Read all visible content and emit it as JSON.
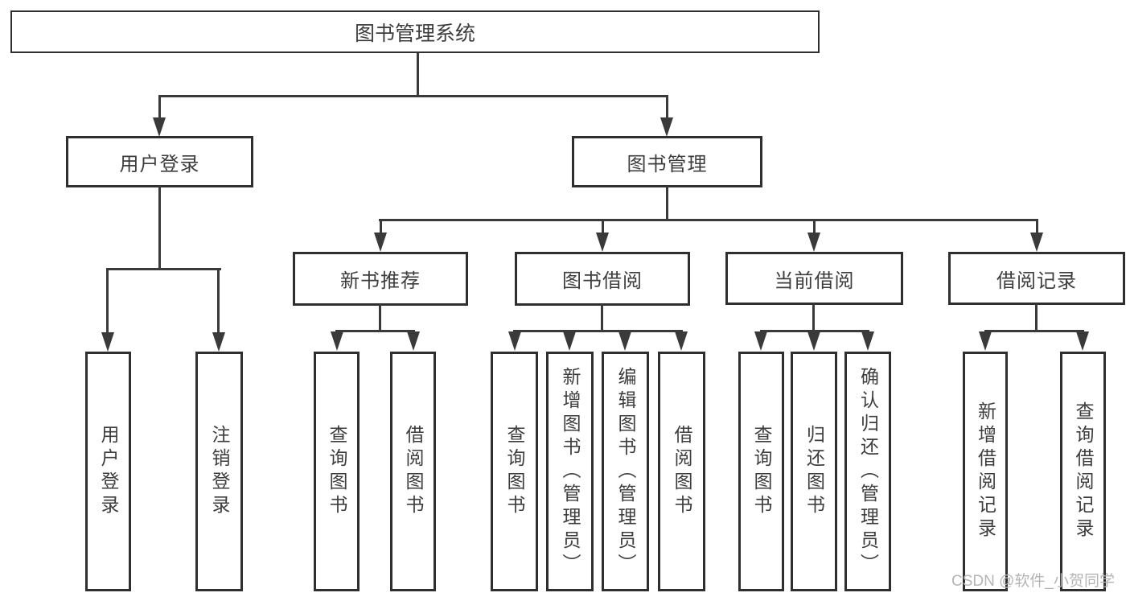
{
  "tree": {
    "label": "图书管理系统",
    "children": [
      {
        "label": "用户登录",
        "children": [
          {
            "label": "用户登录"
          },
          {
            "label": "注销登录"
          }
        ]
      },
      {
        "label": "图书管理",
        "children": [
          {
            "label": "新书推荐",
            "children": [
              {
                "label": "查询图书"
              },
              {
                "label": "借阅图书"
              }
            ]
          },
          {
            "label": "图书借阅",
            "children": [
              {
                "label": "查询图书"
              },
              {
                "label": "新增图书（管理员）"
              },
              {
                "label": "编辑图书（管理员）"
              },
              {
                "label": "借阅图书"
              }
            ]
          },
          {
            "label": "当前借阅",
            "children": [
              {
                "label": "查询图书"
              },
              {
                "label": "归还图书"
              },
              {
                "label": "确认归还（管理员）"
              }
            ]
          },
          {
            "label": "借阅记录",
            "children": [
              {
                "label": "新增借阅记录"
              },
              {
                "label": "查询借阅记录"
              }
            ]
          }
        ]
      }
    ]
  },
  "watermark": "CSDN @软件_小贺同学",
  "colors": {
    "line": "#3a3a3a",
    "border": "#2f2f2f",
    "text": "#3d3d3d",
    "watermark": "#b5b5b5",
    "background": "#ffffff"
  }
}
